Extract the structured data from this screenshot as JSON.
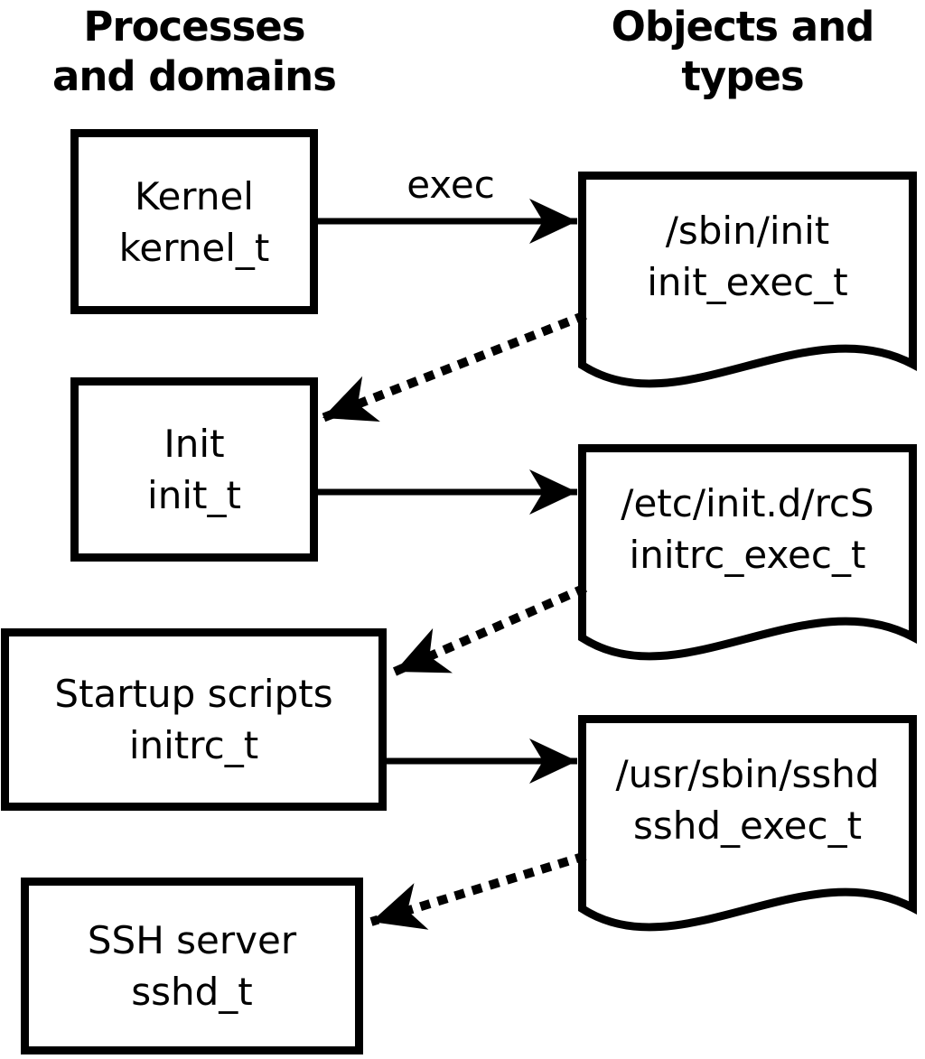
{
  "diagram": {
    "columns": {
      "left_title_line1": "Processes",
      "left_title_line2": "and domains",
      "right_title_line1": "Objects and",
      "right_title_line2": "types"
    },
    "edge_label": "exec",
    "processes": [
      {
        "name": "Kernel",
        "type": "kernel_t"
      },
      {
        "name": "Init",
        "type": "init_t"
      },
      {
        "name": "Startup scripts",
        "type": "initrc_t"
      },
      {
        "name": "SSH server",
        "type": "sshd_t"
      }
    ],
    "objects": [
      {
        "path": "/sbin/init",
        "type": "init_exec_t"
      },
      {
        "path": "/etc/init.d/rcS",
        "type": "initrc_exec_t"
      },
      {
        "path": "/usr/sbin/sshd",
        "type": "sshd_exec_t"
      }
    ],
    "colors": {
      "foreground": "#000000",
      "background": "#ffffff"
    }
  }
}
